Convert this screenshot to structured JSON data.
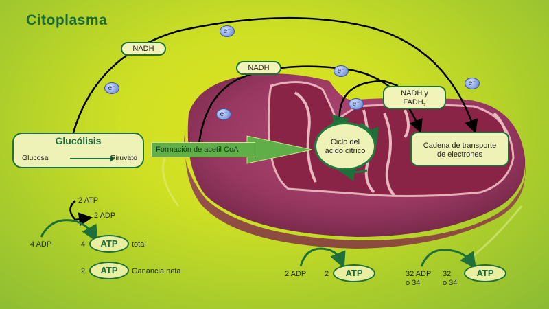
{
  "title": "Citoplasma",
  "carriers": {
    "nadh_top": "NADH",
    "nadh_mid": "NADH",
    "nadh_fadh2_line1": "NADH y",
    "nadh_fadh2_line2": "FADH",
    "nadh_fadh2_sub": "2"
  },
  "electron_label": "e⁻",
  "glycolysis": {
    "title": "Glucólisis",
    "from": "Glucosa",
    "to": "Piruvato"
  },
  "acetyl_coa": "Formación de acetil CoA",
  "krebs": {
    "line1": "Ciclo del",
    "line2": "ácido cítrico"
  },
  "electron_chain": {
    "line1": "Cadena de transporte",
    "line2": "de electrones"
  },
  "glycolysis_yield": {
    "invest_atp": "2 ATP",
    "invest_adp": "2 ADP",
    "input": "4 ADP",
    "total_count": "4",
    "total_label": "total",
    "net_count": "2",
    "net_label": "Ganancia neta",
    "atp": "ATP"
  },
  "krebs_yield": {
    "input": "2 ADP",
    "count": "2",
    "atp": "ATP"
  },
  "chain_yield": {
    "input_line1": "32 ADP",
    "input_line2": "o 34",
    "count_line1": "32",
    "count_line2": "o 34",
    "atp": "ATP"
  },
  "colors": {
    "accent_green": "#1f6f3a",
    "box_fill": "#eef2b6",
    "mitochondrion": "#9a3860",
    "background": "#cfe024"
  }
}
